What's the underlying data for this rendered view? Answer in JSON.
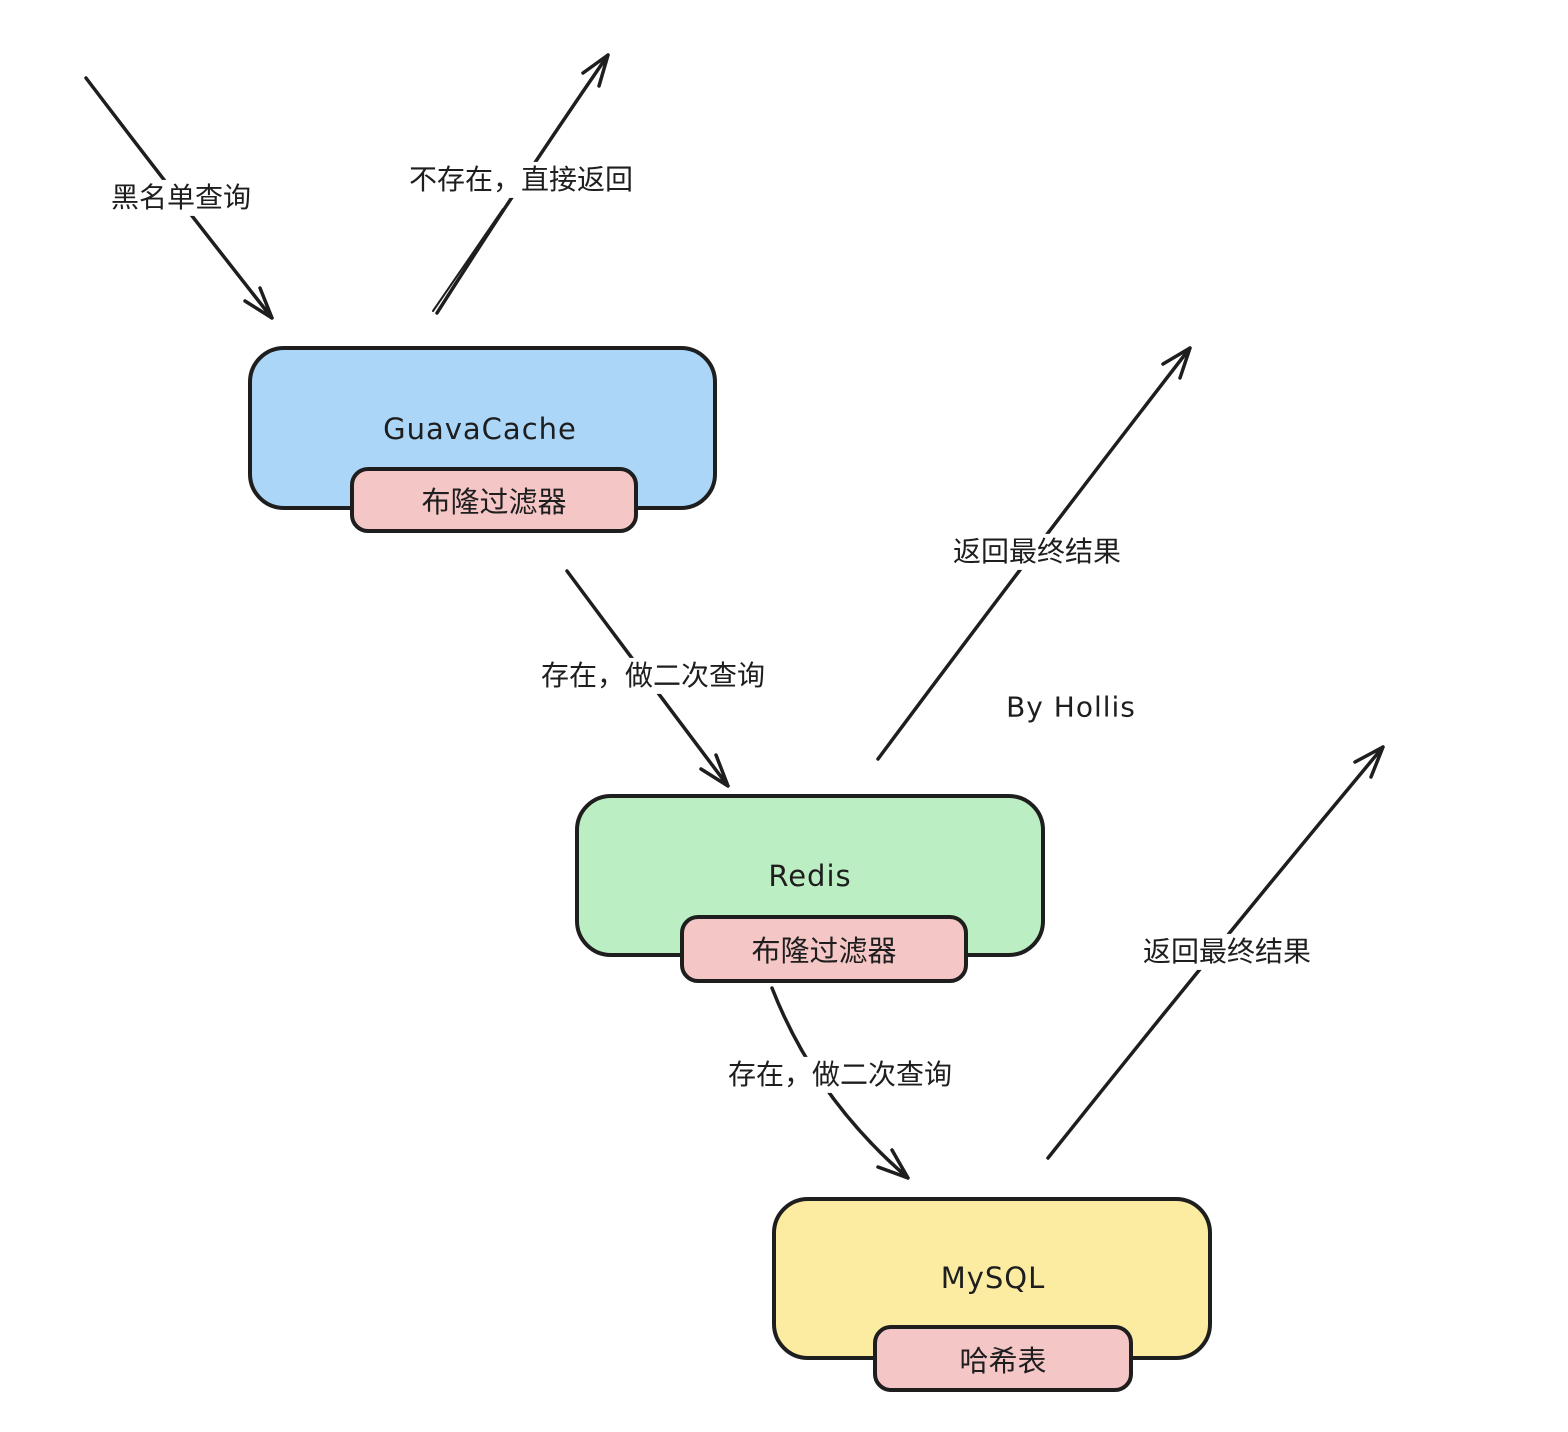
{
  "diagram": {
    "background": "#ffffff",
    "stroke": "#1e1e1e",
    "text_color": "#1e1e1e"
  },
  "nodes": {
    "guava": {
      "title": "GuavaCache",
      "fill": "#abd6f8",
      "sub_label": "布隆过滤器",
      "sub_fill": "#f5c6c6"
    },
    "redis": {
      "title": "Redis",
      "fill": "#bceec3",
      "sub_label": "布隆过滤器",
      "sub_fill": "#f5c6c6"
    },
    "mysql": {
      "title": "MySQL",
      "fill": "#fbeca1",
      "sub_label": "哈希表",
      "sub_fill": "#f5c6c6"
    }
  },
  "labels": {
    "blacklist_query": "黑名单查询",
    "not_exist_return": "不存在，直接返回",
    "exist_second_query_guava": "存在，做二次查询",
    "return_final_result_redis": "返回最终结果",
    "exist_second_query_redis": "存在，做二次查询",
    "return_final_result_mysql": "返回最终结果",
    "watermark": "By Hollis"
  }
}
